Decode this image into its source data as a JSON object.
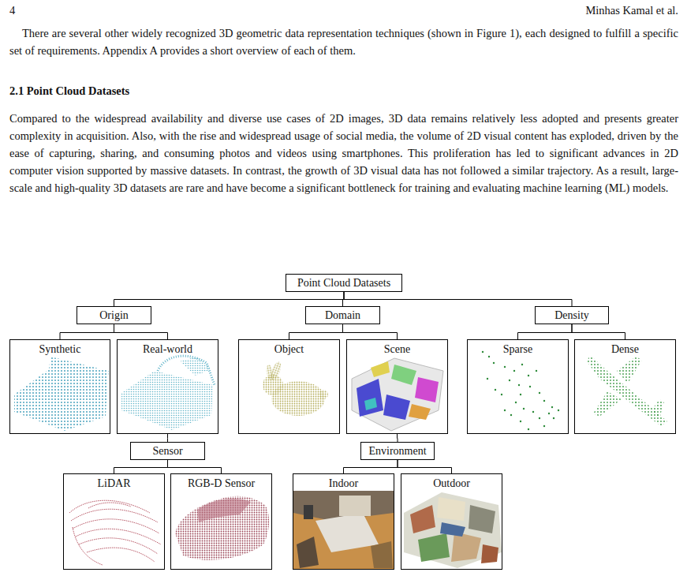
{
  "diagram": {
    "nodes": [
      {
        "text": [
          "Point Cloud Datasets"
        ]
      },
      {
        "text": [
          "Origin"
        ]
      },
      {
        "text": [
          "Domain"
        ]
      },
      {
        "text": [
          "Density"
        ]
      },
      {
        "text": [
          "Synthetic"
        ]
      },
      {
        "text": [
          "Real-world"
        ]
      },
      {
        "text": [
          "Object"
        ]
      },
      {
        "text": [
          "Scene"
        ]
      },
      {
        "text": [
          "Sparse"
        ]
      },
      {
        "text": [
          "Dense"
        ]
      },
      {
        "text": [
          "Sensor"
        ]
      },
      {
        "text": [
          "Environment"
        ]
      },
      {
        "text": [
          "LiDAR"
        ]
      },
      {
        "text": [
          "RGB-D Sensor"
        ]
      },
      {
        "text": [
          "Indoor"
        ]
      },
      {
        "text": [
          "Outdoor"
        ]
      }
    ],
    "edges": [
      {
        "from": 0,
        "to": 1,
        "arrow": "none"
      },
      {
        "from": 0,
        "to": 2,
        "arrow": "none"
      },
      {
        "from": 0,
        "to": 3,
        "arrow": "none"
      },
      {
        "from": 1,
        "to": 4,
        "arrow": "none"
      },
      {
        "from": 1,
        "to": 5,
        "arrow": "none"
      },
      {
        "from": 2,
        "to": 6,
        "arrow": "none"
      },
      {
        "from": 2,
        "to": 7,
        "arrow": "none"
      },
      {
        "from": 3,
        "to": 8,
        "arrow": "none"
      },
      {
        "from": 3,
        "to": 9,
        "arrow": "none"
      },
      {
        "from": 5,
        "to": 10,
        "arrow": "none"
      },
      {
        "from": 7,
        "to": 11,
        "arrow": "none"
      },
      {
        "from": 10,
        "to": 12,
        "arrow": "none"
      },
      {
        "from": 10,
        "to": 13,
        "arrow": "none"
      },
      {
        "from": 11,
        "to": 14,
        "arrow": "none"
      },
      {
        "from": 11,
        "to": 15,
        "arrow": "none"
      }
    ],
    "labels": [
      "4",
      "Minhas Kamal et al.",
      "There are several other widely recognized 3D geometric data representation techniques (shown in Figure 1), each designed to fulfill a specific set of requirements. Appendix A provides a short overview of each of them.",
      "2.1 Point Cloud Datasets",
      "Compared to the widespread availability and diverse use cases of 2D images, 3D data remains relatively less adopted and presents greater complexity in acquisition. Also, with the rise and widespread usage of social media, the volume of 2D visual content has exploded, driven by the ease of capturing, sharing, and consuming photos and videos using smartphones. This proliferation has led to significant advances in 2D computer vision supported by massive datasets. In contrast, the growth of 3D visual data has not followed a similar trajectory. As a result, large-scale and high-quality 3D datasets are rare and have become a significant bottleneck for training and evaluating machine learning (ML) models."
    ]
  }
}
